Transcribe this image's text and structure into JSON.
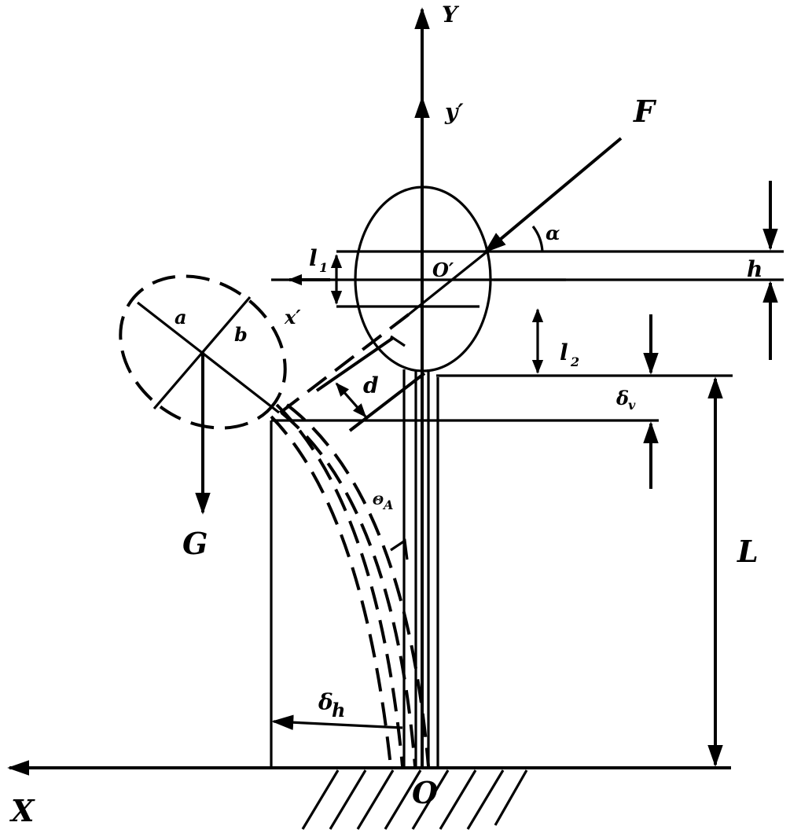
{
  "diagram": {
    "labels": {
      "Y": "Y",
      "y_prime": "y′",
      "F": "F",
      "alpha": "α",
      "l1": "l",
      "l1_sub": "1",
      "O_prime": "O′",
      "h": "h",
      "x_prime": "x′",
      "a": "a",
      "b": "b",
      "l2": "l",
      "l2_sub": "2",
      "d": "d",
      "delta_v": "δ",
      "delta_v_sub": "v",
      "theta_A": "Θ",
      "theta_A_sub": "A",
      "G": "G",
      "L": "L",
      "delta_h": "δ",
      "delta_h_sub": "h",
      "X": "X",
      "O": "O"
    },
    "colors": {
      "ink": "#000000",
      "background": "#ffffff"
    }
  }
}
